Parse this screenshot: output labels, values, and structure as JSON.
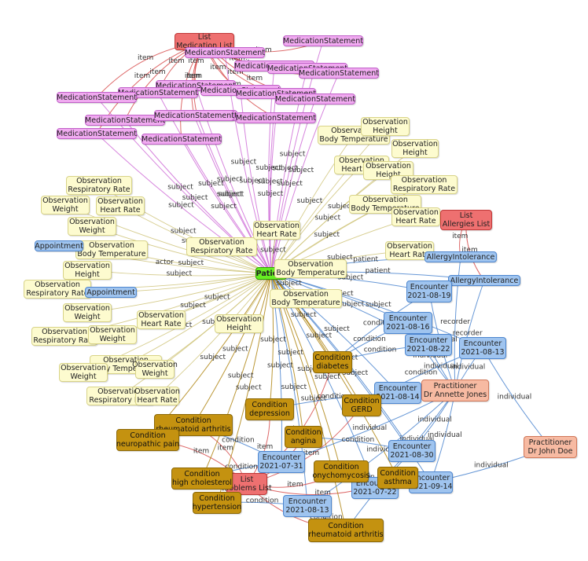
{
  "graph": {
    "nodes": [
      {
        "id": "patient",
        "type": "pat",
        "lines": [
          "Patient"
        ]
      },
      {
        "id": "medlist",
        "type": "list",
        "lines": [
          "List",
          "Medication List"
        ]
      },
      {
        "id": "ms1",
        "type": "med",
        "lines": [
          "MedicationStatement"
        ]
      },
      {
        "id": "ms2",
        "type": "med",
        "lines": [
          "MedicationStatement"
        ]
      },
      {
        "id": "ms3",
        "type": "med",
        "lines": [
          "MedicationStatement"
        ]
      },
      {
        "id": "ms4",
        "type": "med",
        "lines": [
          "MedicationStatement"
        ]
      },
      {
        "id": "ms5",
        "type": "med",
        "lines": [
          "MedicationStatement"
        ]
      },
      {
        "id": "ms6",
        "type": "med",
        "lines": [
          "MedicationStatement"
        ]
      },
      {
        "id": "ms7",
        "type": "med",
        "lines": [
          "MedicationStatement"
        ]
      },
      {
        "id": "ms8",
        "type": "med",
        "lines": [
          "MedicationStatement"
        ]
      },
      {
        "id": "ms9",
        "type": "med",
        "lines": [
          "MedicationStatement"
        ]
      },
      {
        "id": "ms10",
        "type": "med",
        "lines": [
          "MedicationStatement"
        ]
      },
      {
        "id": "ms11",
        "type": "med",
        "lines": [
          "MedicationStatement"
        ]
      },
      {
        "id": "ms12",
        "type": "med",
        "lines": [
          "MedicationStatement"
        ]
      },
      {
        "id": "ms13",
        "type": "med",
        "lines": [
          "MedicationStatement"
        ]
      },
      {
        "id": "ms14",
        "type": "med",
        "lines": [
          "MedicationStatement"
        ]
      },
      {
        "id": "ms15",
        "type": "med",
        "lines": [
          "MedicationStatement"
        ]
      },
      {
        "id": "ms16",
        "type": "med",
        "lines": [
          "MedicationStatement"
        ]
      },
      {
        "id": "ms17",
        "type": "med",
        "lines": [
          "MedicationStatement"
        ]
      },
      {
        "id": "ob1",
        "type": "obs",
        "lines": [
          "Observation",
          "Body Temperature"
        ]
      },
      {
        "id": "ob2",
        "type": "obs",
        "lines": [
          "Observation",
          "Height"
        ]
      },
      {
        "id": "ob3",
        "type": "obs",
        "lines": [
          "Observation",
          "Height"
        ]
      },
      {
        "id": "ob4",
        "type": "obs",
        "lines": [
          "Observation",
          "Heart Rate"
        ]
      },
      {
        "id": "ob5",
        "type": "obs",
        "lines": [
          "Observation",
          "Height"
        ]
      },
      {
        "id": "ob6",
        "type": "obs",
        "lines": [
          "Observation",
          "Respiratory Rate"
        ]
      },
      {
        "id": "ob7",
        "type": "obs",
        "lines": [
          "Observation",
          "Body Temperature"
        ]
      },
      {
        "id": "ob8",
        "type": "obs",
        "lines": [
          "Observation",
          "Heart Rate"
        ]
      },
      {
        "id": "ob9",
        "type": "obs",
        "lines": [
          "Observation",
          "Respiratory Rate"
        ]
      },
      {
        "id": "ob10",
        "type": "obs",
        "lines": [
          "Observation",
          "Weight"
        ]
      },
      {
        "id": "ob11",
        "type": "obs",
        "lines": [
          "Observation",
          "Heart Rate"
        ]
      },
      {
        "id": "ob12",
        "type": "obs",
        "lines": [
          "Observation",
          "Weight"
        ]
      },
      {
        "id": "ob13",
        "type": "obs",
        "lines": [
          "Observation",
          "Body Temperature"
        ]
      },
      {
        "id": "ob14",
        "type": "obs",
        "lines": [
          "Observation",
          "Respiratory Rate"
        ]
      },
      {
        "id": "ob15",
        "type": "obs",
        "lines": [
          "Observation",
          "Heart Rate"
        ]
      },
      {
        "id": "ob16",
        "type": "obs",
        "lines": [
          "Observation",
          "Body Temperature"
        ]
      },
      {
        "id": "ob17",
        "type": "obs",
        "lines": [
          "Observation",
          "Height"
        ]
      },
      {
        "id": "ob18",
        "type": "obs",
        "lines": [
          "Observation",
          "Respiratory Rate"
        ]
      },
      {
        "id": "ob19",
        "type": "obs",
        "lines": [
          "Observation",
          "Body Temperature"
        ]
      },
      {
        "id": "ob20",
        "type": "obs",
        "lines": [
          "Observation",
          "Weight"
        ]
      },
      {
        "id": "ob21",
        "type": "obs",
        "lines": [
          "Observation",
          "Heart Rate"
        ]
      },
      {
        "id": "ob22",
        "type": "obs",
        "lines": [
          "Observation",
          "Respiratory Rate"
        ]
      },
      {
        "id": "ob23",
        "type": "obs",
        "lines": [
          "Observation",
          "Weight"
        ]
      },
      {
        "id": "ob24",
        "type": "obs",
        "lines": [
          "Observation",
          "Height"
        ]
      },
      {
        "id": "ob25",
        "type": "obs",
        "lines": [
          "Observation",
          "Heart Rate"
        ]
      },
      {
        "id": "ob26",
        "type": "obs",
        "lines": [
          "Observation",
          "Body Temperature"
        ]
      },
      {
        "id": "ob27",
        "type": "obs",
        "lines": [
          "Observation",
          "Weight"
        ]
      },
      {
        "id": "ob28",
        "type": "obs",
        "lines": [
          "Observation",
          "Respiratory Rate"
        ]
      },
      {
        "id": "ob29",
        "type": "obs",
        "lines": [
          "Observation",
          "Weight"
        ]
      },
      {
        "id": "ob30",
        "type": "obs",
        "lines": [
          "Observation",
          "Heart Rate"
        ]
      },
      {
        "id": "appt1",
        "type": "appt",
        "lines": [
          "Appointment"
        ]
      },
      {
        "id": "appt2",
        "type": "appt",
        "lines": [
          "Appointment"
        ]
      },
      {
        "id": "alist",
        "type": "list",
        "lines": [
          "List",
          "Allergies List"
        ]
      },
      {
        "id": "ai1",
        "type": "allergy",
        "lines": [
          "AllergyIntolerance"
        ]
      },
      {
        "id": "ai2",
        "type": "allergy",
        "lines": [
          "AllergyIntolerance"
        ]
      },
      {
        "id": "en1",
        "type": "enc",
        "lines": [
          "Encounter",
          "2021-08-19"
        ]
      },
      {
        "id": "en2",
        "type": "enc",
        "lines": [
          "Encounter",
          "2021-08-16"
        ]
      },
      {
        "id": "en3",
        "type": "enc",
        "lines": [
          "Encounter",
          "2021-08-22"
        ]
      },
      {
        "id": "en4",
        "type": "enc",
        "lines": [
          "Encounter",
          "2021-08-13"
        ]
      },
      {
        "id": "en5",
        "type": "enc",
        "lines": [
          "Encounter",
          "2021-08-14"
        ]
      },
      {
        "id": "en6",
        "type": "enc",
        "lines": [
          "Encounter",
          "2021-08-30"
        ]
      },
      {
        "id": "en7",
        "type": "enc",
        "lines": [
          "Encounter",
          "2021-09-14"
        ]
      },
      {
        "id": "en8",
        "type": "enc",
        "lines": [
          "Encounter",
          "2021-07-31"
        ]
      },
      {
        "id": "en9",
        "type": "enc",
        "lines": [
          "Encounter",
          "2021-07-22"
        ]
      },
      {
        "id": "en10",
        "type": "enc",
        "lines": [
          "Encounter",
          "2021-08-13"
        ]
      },
      {
        "id": "pr1",
        "type": "prac",
        "lines": [
          "Practitioner",
          "Dr Annette Jones"
        ]
      },
      {
        "id": "pr2",
        "type": "prac",
        "lines": [
          "Practitioner",
          "Dr John Doe"
        ]
      },
      {
        "id": "plist",
        "type": "list",
        "lines": [
          "List",
          "Problems List"
        ]
      },
      {
        "id": "co1",
        "type": "cond",
        "lines": [
          "Condition",
          "diabetes"
        ]
      },
      {
        "id": "co2",
        "type": "cond",
        "lines": [
          "Condition",
          "GERD"
        ]
      },
      {
        "id": "co3",
        "type": "cond",
        "lines": [
          "Condition",
          "depression"
        ]
      },
      {
        "id": "co4",
        "type": "cond",
        "lines": [
          "Condition",
          "rheumatoid arthritis"
        ]
      },
      {
        "id": "co5",
        "type": "cond",
        "lines": [
          "Condition",
          "neuropathic pain"
        ]
      },
      {
        "id": "co6",
        "type": "cond",
        "lines": [
          "Condition",
          "angina"
        ]
      },
      {
        "id": "co7",
        "type": "cond",
        "lines": [
          "Condition",
          "high cholesterol"
        ]
      },
      {
        "id": "co8",
        "type": "cond",
        "lines": [
          "Condition",
          "onychomycosis"
        ]
      },
      {
        "id": "co9",
        "type": "cond",
        "lines": [
          "Condition",
          "asthma"
        ]
      },
      {
        "id": "co10",
        "type": "cond",
        "lines": [
          "Condition",
          "hypertension"
        ]
      },
      {
        "id": "co11",
        "type": "cond",
        "lines": [
          "Condition",
          "rheumatoid arthritis"
        ]
      }
    ],
    "edge_labels": {
      "item": "item",
      "subject": "subject",
      "patient": "patient",
      "actor": "actor",
      "condition": "condition",
      "individual": "individual",
      "recorder": "recorder"
    },
    "colors": {
      "med_edge": "#d070d8",
      "obs_edge": "#cfc47a",
      "list_edge": "#d85050",
      "enc_edge": "#4d86cf",
      "cond_edge": "#b08614"
    }
  }
}
